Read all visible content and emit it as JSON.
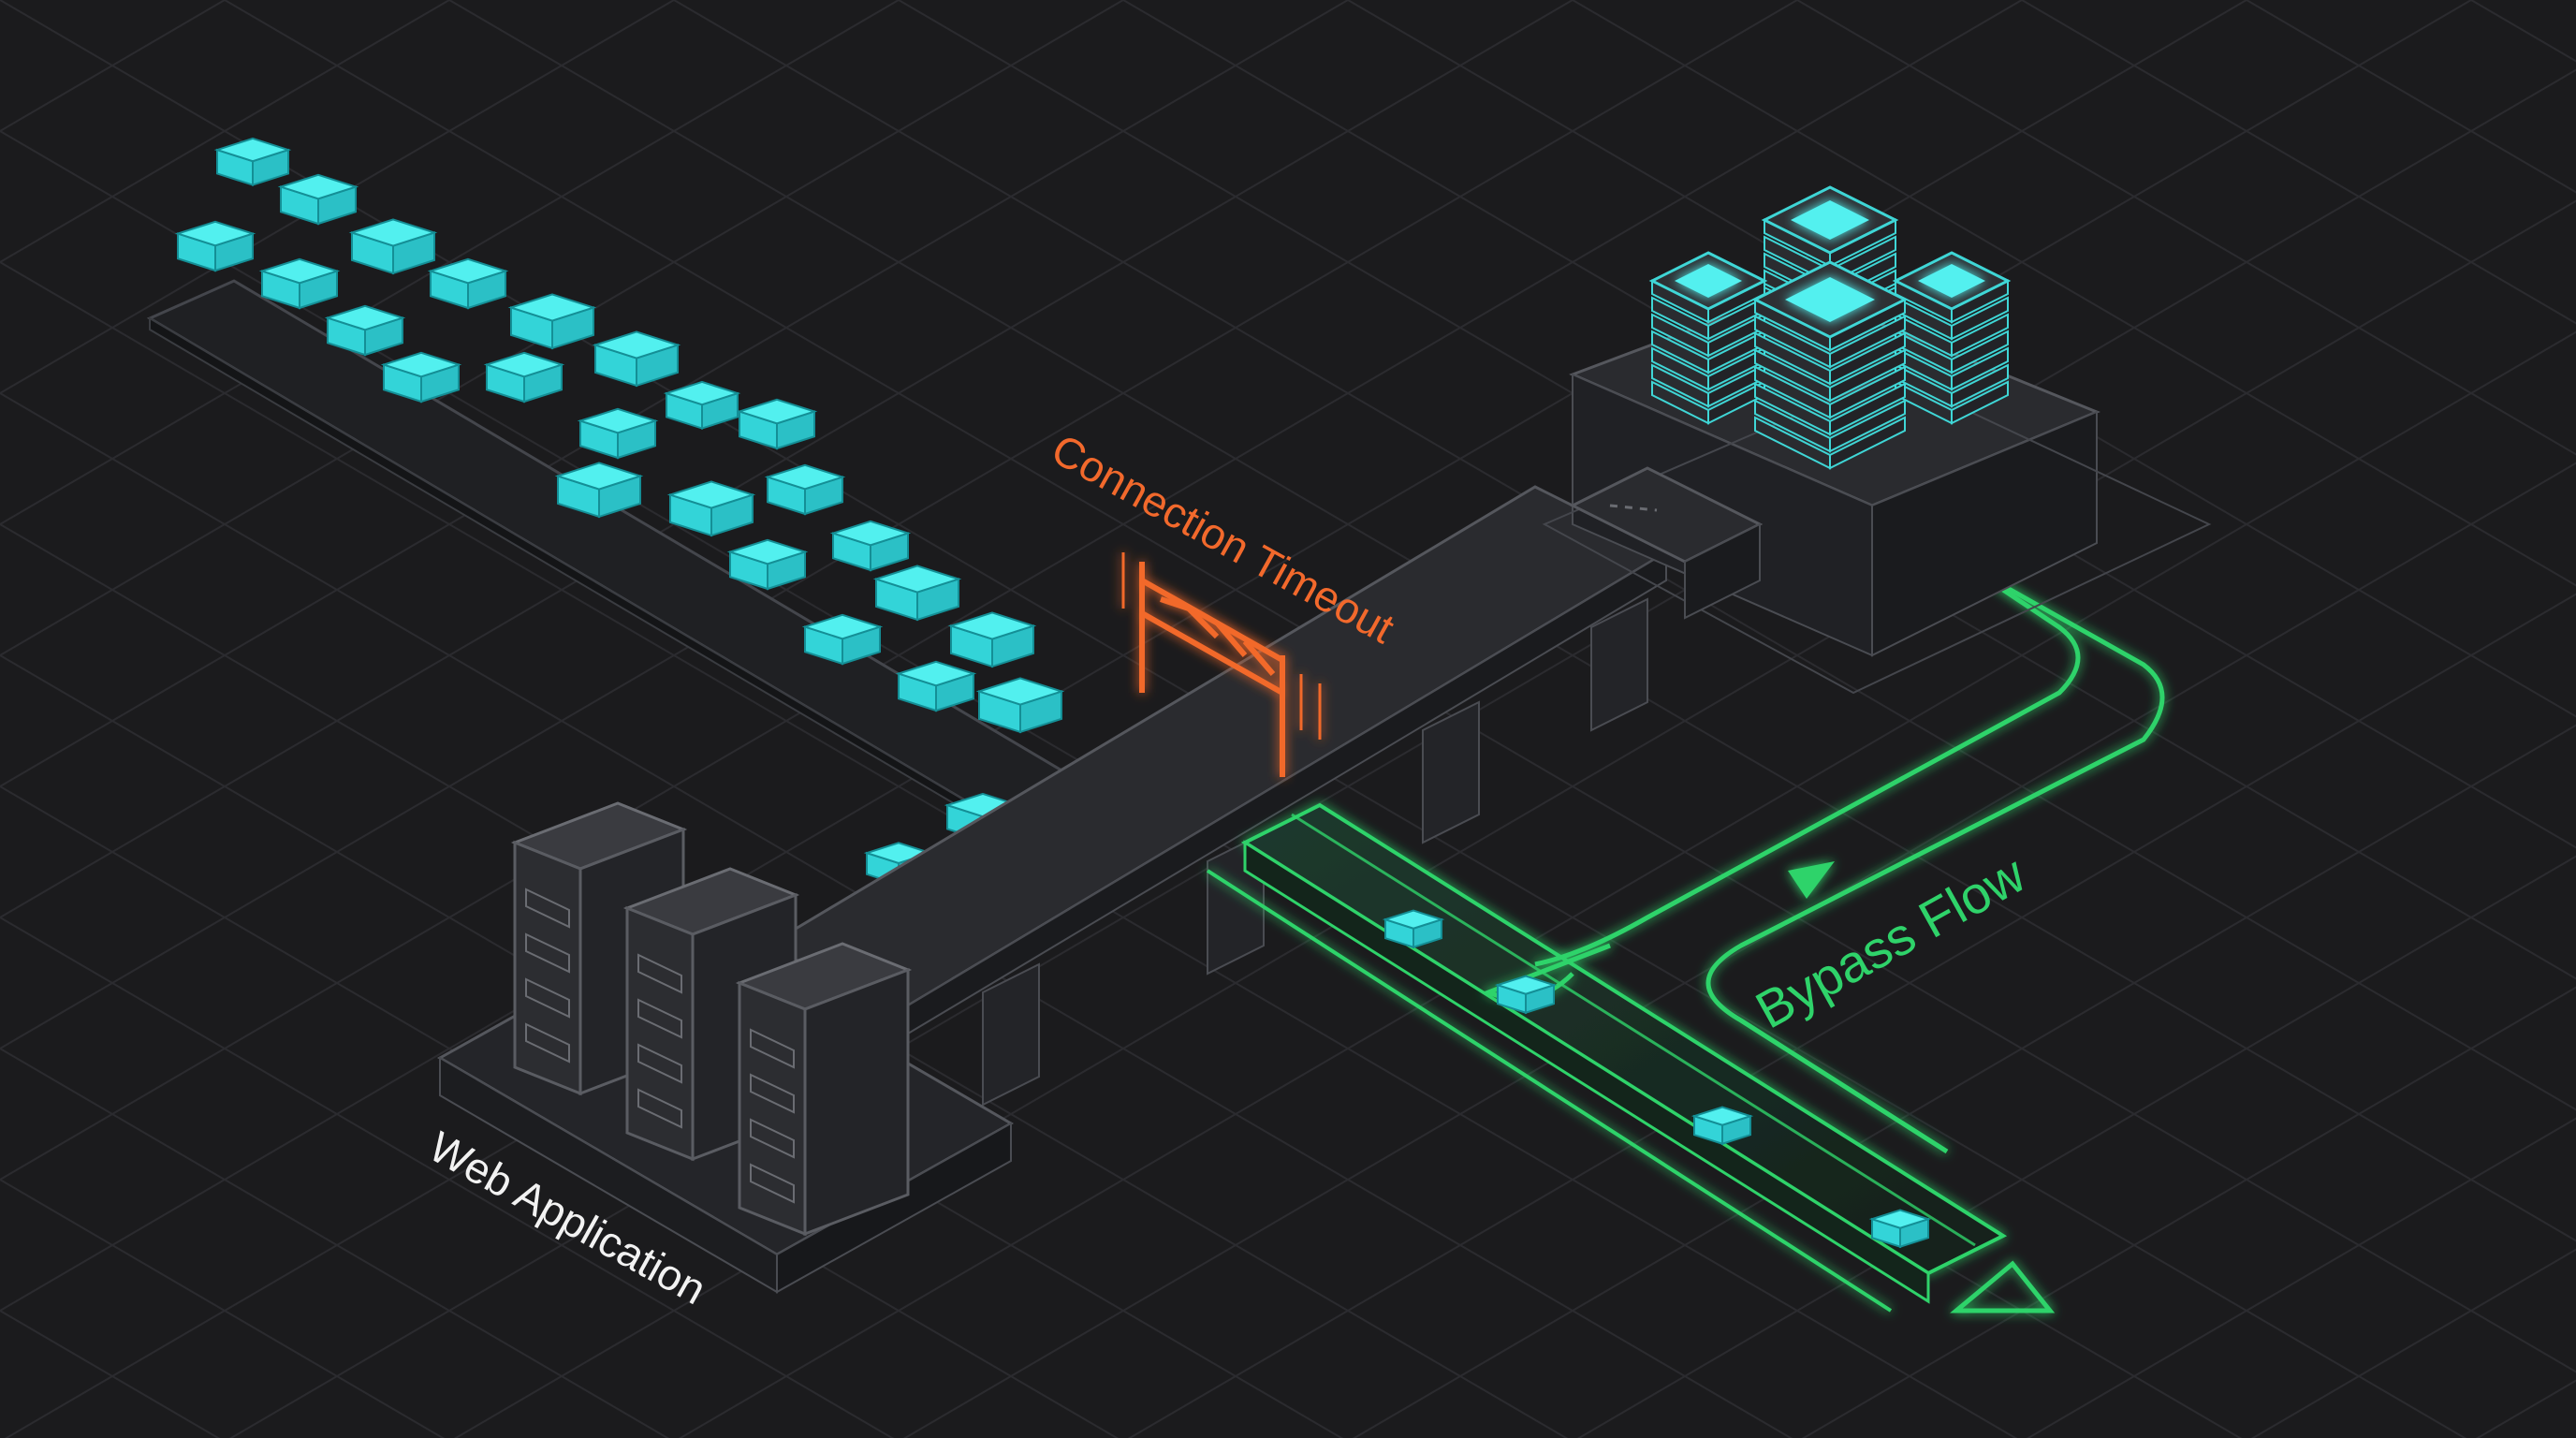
{
  "labels": {
    "timeout": "Connection Timeout",
    "bypass": "Bypass Flow",
    "app": "Web Application"
  },
  "colors": {
    "background": "#1b1b1d",
    "grid": "#2b2b2f",
    "structure_fill": "#2a2b2f",
    "structure_stroke": "#55575d",
    "cube_fill": "#3ee6e6",
    "cube_stroke": "#148f96",
    "timeout": "#f2692c",
    "bypass": "#2fd36a",
    "label_white": "#f2f2f2"
  },
  "icons": {
    "barrier": "barrier-gate-icon",
    "server": "server-rack-icon",
    "database": "database-stack-icon",
    "arrow": "arrow-icon"
  }
}
